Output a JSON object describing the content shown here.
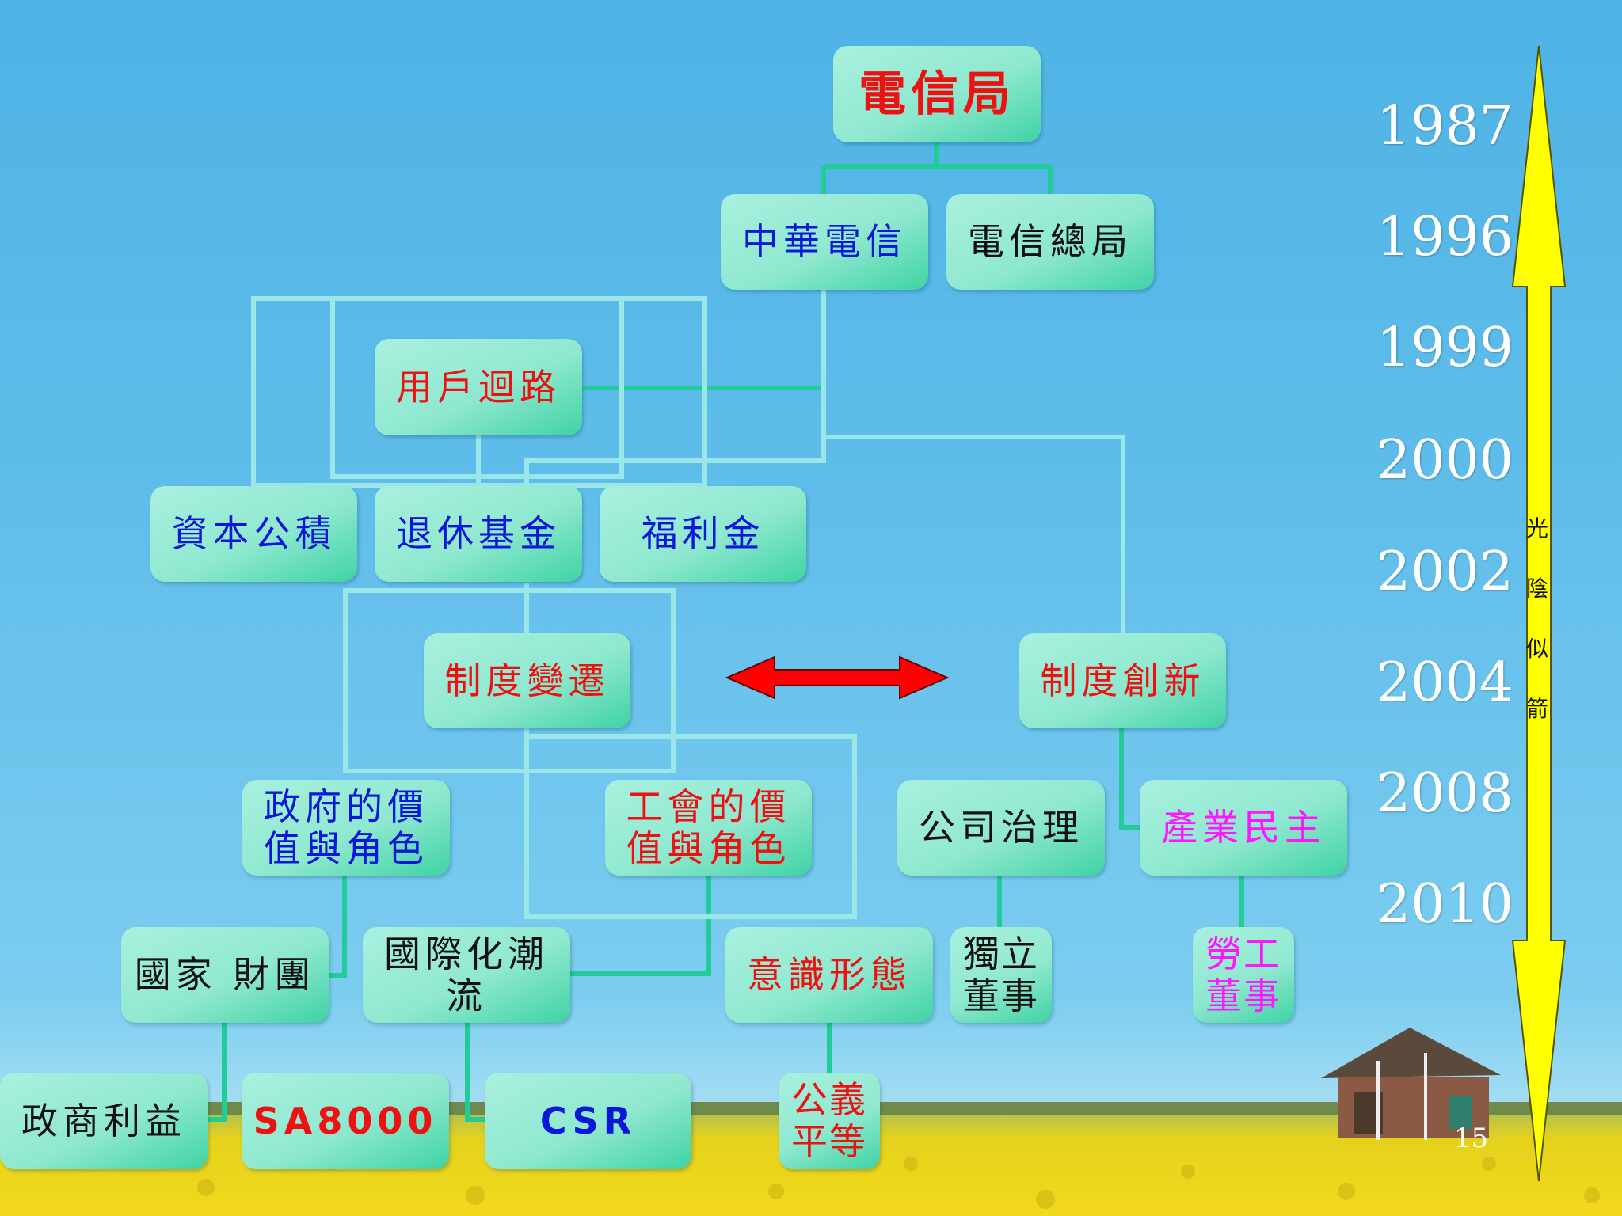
{
  "nodes": {
    "telecom_bureau": "電信局",
    "chunghwa": "中華電信",
    "dgt": "電信總局",
    "local_loop": "用戶迴路",
    "capital_reserve": "資本公積",
    "pension_fund": "退休基金",
    "welfare_fund": "福利金",
    "institutional_change": "制度變遷",
    "institutional_innovation": "制度創新",
    "gov_value_line1": "政府的價",
    "gov_value_line2": "值與角色",
    "union_value_line1": "工會的價",
    "union_value_line2": "值與角色",
    "corporate_governance": "公司治理",
    "industrial_democracy": "產業民主",
    "state_capital": "國家 財團",
    "internationalization_line1": "國際化潮",
    "internationalization_line2": "流",
    "ideology": "意識形態",
    "independent_director_line1": "獨立",
    "independent_director_line2": "董事",
    "labor_director_line1": "勞工",
    "labor_director_line2": "董事",
    "gov_business_interest": "政商利益",
    "sa8000": "SA8000",
    "csr": "CSR",
    "justice_equality_line1": "公義",
    "justice_equality_line2": "平等"
  },
  "timeline": {
    "years": [
      "1987",
      "1996",
      "1999",
      "2000",
      "2002",
      "2004",
      "2008",
      "2010"
    ],
    "caption_chars": [
      "光",
      "陰",
      "似",
      "箭"
    ]
  },
  "page_number": "15",
  "colors": {
    "node_fill": "#8fe8cf",
    "connector": "#22cc99",
    "arrow_red": "#ff0000",
    "timeline_arrow": "#ffff00"
  }
}
